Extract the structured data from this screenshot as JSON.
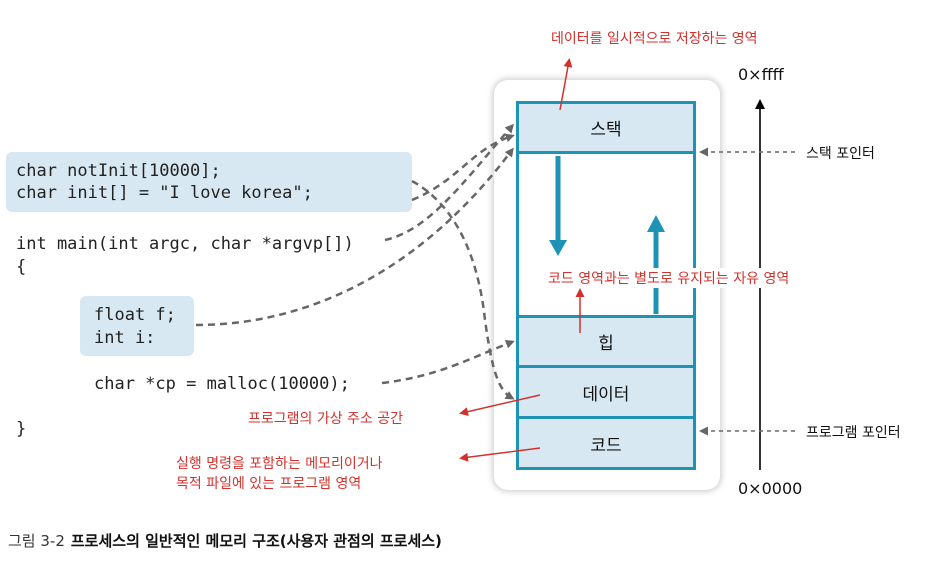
{
  "code": {
    "globals": [
      "char notInit[10000];",
      "char init[] = \"I love korea\";"
    ],
    "main_signature": "int main(int argc, char *argvp[])",
    "open_brace": "{",
    "locals": [
      "float f;",
      "int i:"
    ],
    "malloc_line": "char *cp = malloc(10000);",
    "close_brace": "}"
  },
  "memory": {
    "segments": {
      "stack": "스택",
      "heap": "힙",
      "data": "데이터",
      "code": "코드"
    },
    "addr_top": "0×ffff",
    "addr_bottom": "0×0000"
  },
  "annotations": {
    "stack_note": "데이터를 일시적으로 저장하는 영역",
    "free_area_note": "코드 영역과는 별도로 유지되는 자유 영역",
    "virtual_space": "프로그램의 가상 주소 공간",
    "code_note_line1": "실행 명령을 포함하는 메모리이거나",
    "code_note_line2": "목적 파일에 있는 프로그램 영역"
  },
  "pointers": {
    "stack_pointer": "스택 포인터",
    "program_pointer": "프로그램 포인터"
  },
  "caption": {
    "label": "그림 3-2",
    "title": "프로세스의 일반적인 메모리 구조(사용자 관점의 프로세스)"
  },
  "colors": {
    "accent": "#1f93b5",
    "fill": "#d7e8f2",
    "annotation": "#d2322d",
    "dashed_arrow": "#666666"
  }
}
